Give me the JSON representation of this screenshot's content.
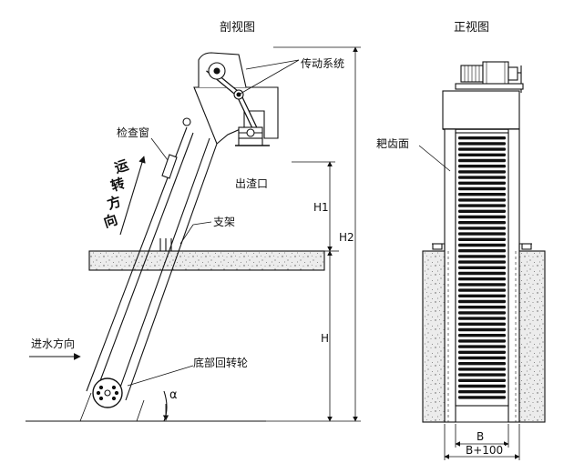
{
  "views": {
    "section_title": "剖视图",
    "front_title": "正视图"
  },
  "labels": {
    "drive_system": "传动系统",
    "inspection_window": "检查窗",
    "slag_outlet": "出渣口",
    "support": "支架",
    "water_inflow": "进水方向",
    "bottom_wheel": "底部回转轮",
    "rake_surface": "耙齿面",
    "running_direction": [
      "运",
      "转",
      "方",
      "向"
    ],
    "alpha": "α"
  },
  "dimensions": {
    "h1": "H1",
    "h2": "H2",
    "h": "H",
    "b": "B",
    "b_plus": "B+100"
  },
  "colors": {
    "line": "#111111",
    "concrete": "#e9e9e9"
  }
}
